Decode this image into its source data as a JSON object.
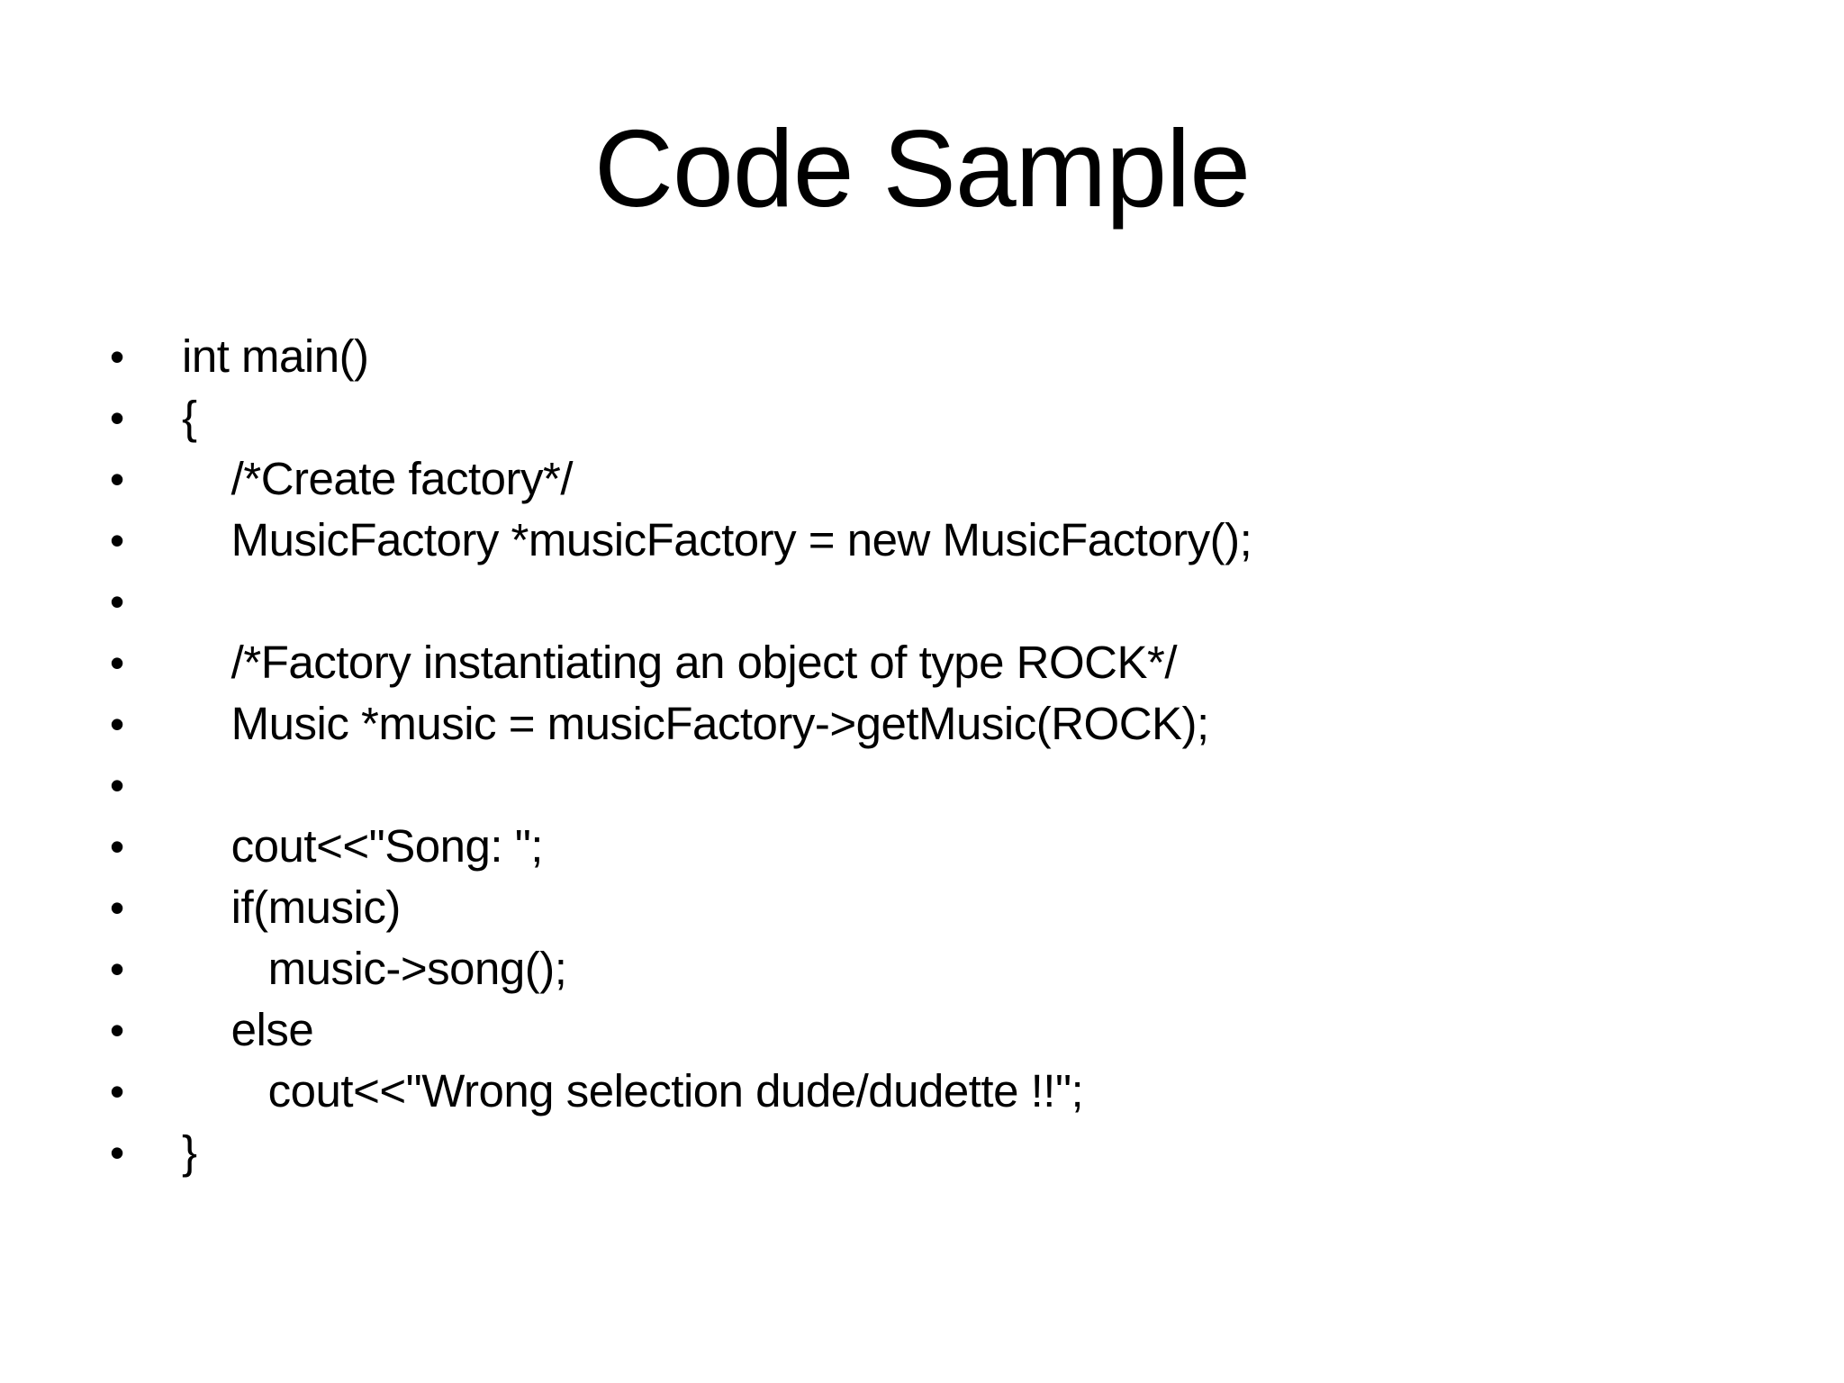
{
  "slide": {
    "title": "Code Sample",
    "bullet_char": "•",
    "text_color": "#000000",
    "background_color": "#ffffff",
    "code_lines": [
      {
        "text": "int main()"
      },
      {
        "text": "{"
      },
      {
        "text": "    /*Create factory*/"
      },
      {
        "text": "    MusicFactory *musicFactory = new MusicFactory();"
      },
      {
        "text": ""
      },
      {
        "text": "    /*Factory instantiating an object of type ROCK*/"
      },
      {
        "text": "    Music *music = musicFactory->getMusic(ROCK);"
      },
      {
        "text": ""
      },
      {
        "text": "    cout<<\"Song: \";"
      },
      {
        "text": "    if(music)"
      },
      {
        "text": "       music->song();"
      },
      {
        "text": "    else"
      },
      {
        "text": "       cout<<\"Wrong selection dude/dudette !!\";"
      },
      {
        "text": "}"
      }
    ]
  }
}
